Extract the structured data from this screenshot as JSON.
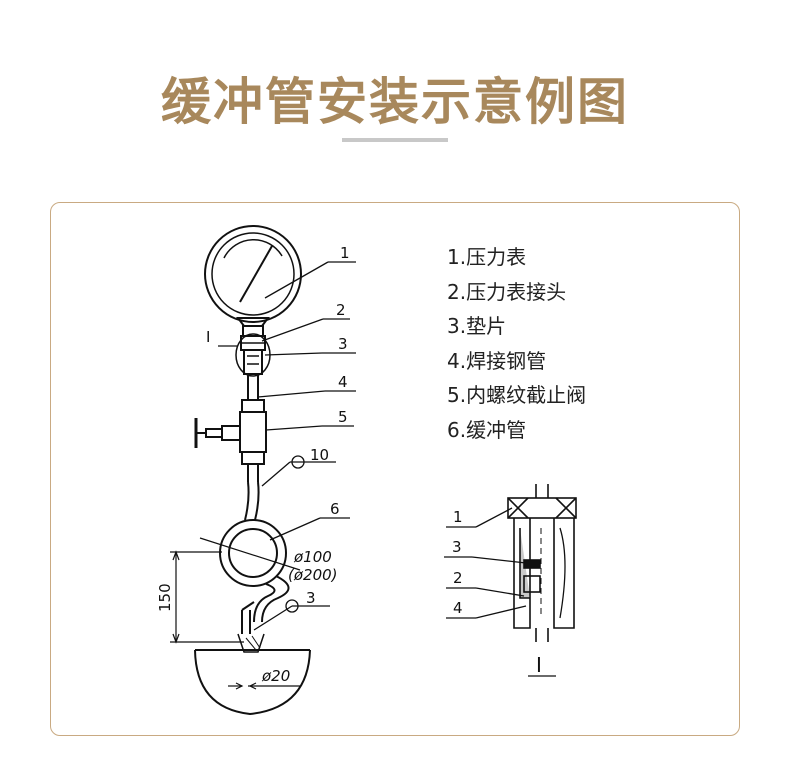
{
  "title": "缓冲管安装示意例图",
  "accent_color": "#a8885c",
  "border_color": "#c9aa82",
  "legend": [
    "1.压力表",
    "2.压力表接头",
    "3.垫片",
    "4.焊接钢管",
    "5.内螺纹截止阀",
    "6.缓冲管"
  ],
  "main_drawing": {
    "callouts": [
      "1",
      "2",
      "3",
      "4",
      "5",
      "6"
    ],
    "detail_mark": "I",
    "weld_marks": [
      "10",
      "3"
    ],
    "coil_diameter": "ø100",
    "coil_diameter_alt": "(ø200)",
    "height_dim": "150",
    "pipe_diameter": "ø20"
  },
  "detail_drawing": {
    "callouts": [
      "1",
      "3",
      "2",
      "4"
    ],
    "detail_mark": "I"
  }
}
